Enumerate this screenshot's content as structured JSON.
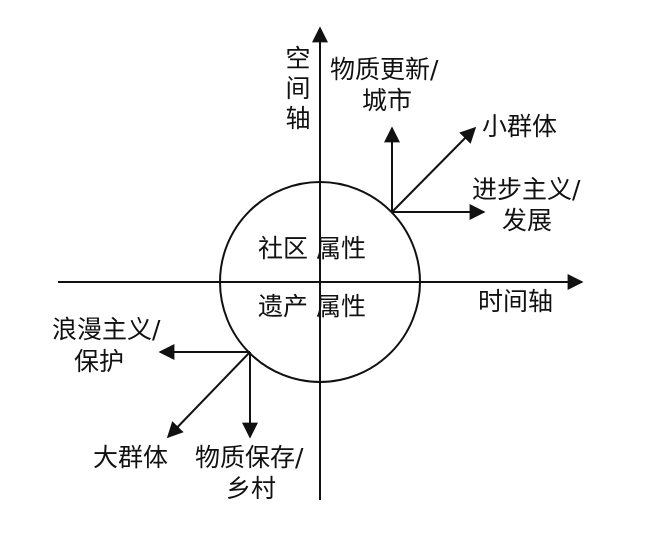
{
  "axes": {
    "space_axis_label": "空间轴",
    "time_axis_label": "时间轴"
  },
  "circle": {
    "upper_text": "社区 属性",
    "lower_text": "遗产 属性"
  },
  "arrows": {
    "material_renewal": {
      "line1": "物质更新/",
      "line2": "城市"
    },
    "small_group": "小群体",
    "progressivism": {
      "line1": "进步主义/",
      "line2": "发展"
    },
    "romanticism": {
      "line1": "浪漫主义/",
      "line2": "保护"
    },
    "large_group": "大群体",
    "material_preservation": {
      "line1": "物质保存/",
      "line2": "乡村"
    }
  },
  "colors": {
    "stroke": "#111111",
    "background": "#ffffff"
  }
}
